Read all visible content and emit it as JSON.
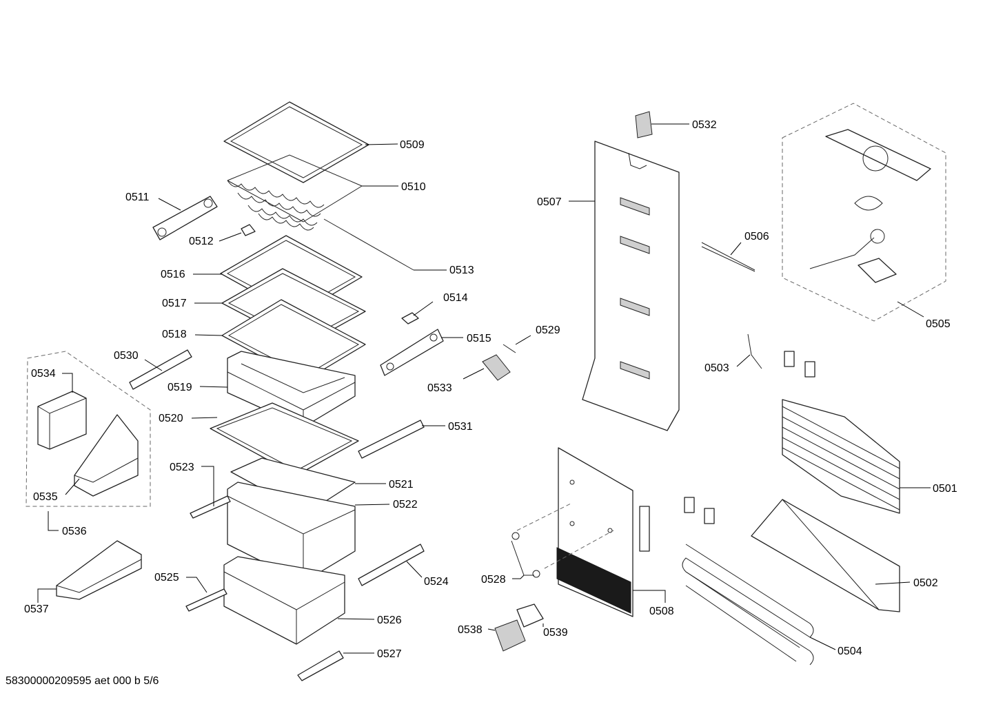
{
  "footer": {
    "document_code": "58300000209595 aet 000 b 5/6"
  },
  "parts": [
    {
      "id": "0501"
    },
    {
      "id": "0502"
    },
    {
      "id": "0503"
    },
    {
      "id": "0504"
    },
    {
      "id": "0505"
    },
    {
      "id": "0506"
    },
    {
      "id": "0507"
    },
    {
      "id": "0508"
    },
    {
      "id": "0509"
    },
    {
      "id": "0510"
    },
    {
      "id": "0511"
    },
    {
      "id": "0512"
    },
    {
      "id": "0513"
    },
    {
      "id": "0514"
    },
    {
      "id": "0515"
    },
    {
      "id": "0516"
    },
    {
      "id": "0517"
    },
    {
      "id": "0518"
    },
    {
      "id": "0519"
    },
    {
      "id": "0520"
    },
    {
      "id": "0521"
    },
    {
      "id": "0522"
    },
    {
      "id": "0523"
    },
    {
      "id": "0524"
    },
    {
      "id": "0525"
    },
    {
      "id": "0526"
    },
    {
      "id": "0527"
    },
    {
      "id": "0528"
    },
    {
      "id": "0529"
    },
    {
      "id": "0530"
    },
    {
      "id": "0531"
    },
    {
      "id": "0532"
    },
    {
      "id": "0533"
    },
    {
      "id": "0534"
    },
    {
      "id": "0535"
    },
    {
      "id": "0536"
    },
    {
      "id": "0537"
    },
    {
      "id": "0538"
    },
    {
      "id": "0539"
    }
  ]
}
